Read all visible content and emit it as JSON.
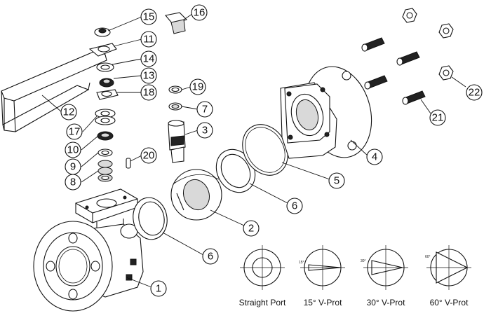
{
  "callouts": {
    "c1": "1",
    "c2": "2",
    "c3": "3",
    "c4": "4",
    "c5": "5",
    "c6a": "6",
    "c6b": "6",
    "c7": "7",
    "c8": "8",
    "c9": "9",
    "c10": "10",
    "c11": "11",
    "c12": "12",
    "c13": "13",
    "c14": "14",
    "c15": "15",
    "c16": "16",
    "c17": "17",
    "c18": "18",
    "c19": "19",
    "c20": "20",
    "c21": "21",
    "c22": "22"
  },
  "port_types": [
    {
      "label": "Straight Port",
      "angle": ""
    },
    {
      "label": "15° V-Prot",
      "angle": "15°"
    },
    {
      "label": "30° V-Prot",
      "angle": "30°"
    },
    {
      "label": "60° V-Prot",
      "angle": "60°"
    }
  ]
}
